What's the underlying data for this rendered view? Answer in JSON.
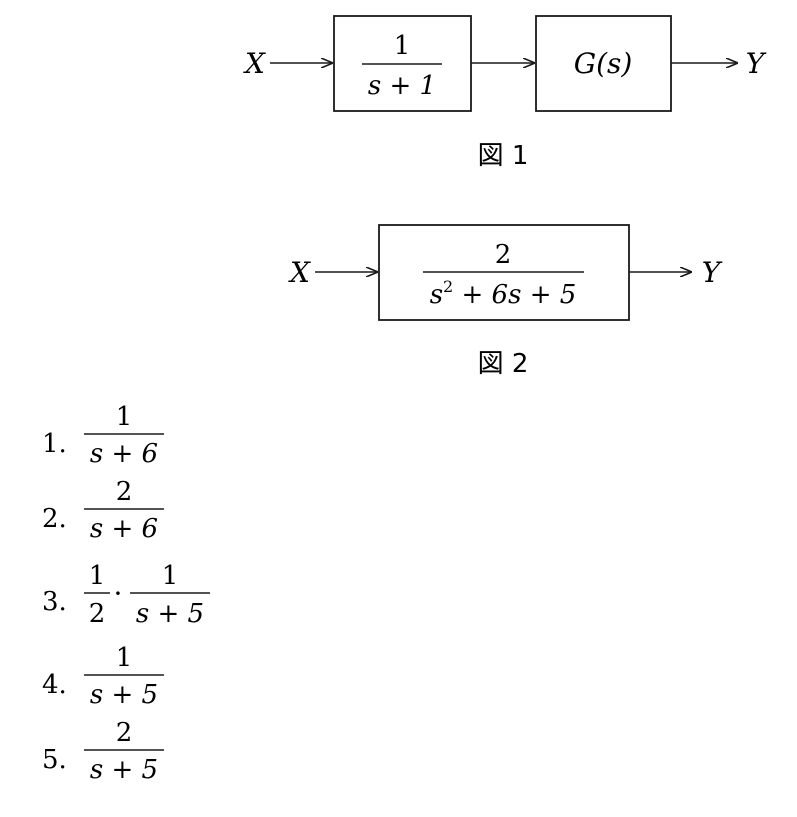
{
  "figure1": {
    "input": "X",
    "output": "Y",
    "block1": {
      "num": "1",
      "den": "s + 1"
    },
    "block2": {
      "label": "G(s)"
    },
    "caption": "図 1"
  },
  "figure2": {
    "input": "X",
    "output": "Y",
    "block": {
      "num": "2",
      "den_base": "s",
      "den_exp": "2",
      "den_rest": " + 6s + 5"
    },
    "caption": "図 2"
  },
  "options": [
    {
      "number": "1.",
      "num": "1",
      "den": "s + 6"
    },
    {
      "number": "2.",
      "num": "2",
      "den": "s + 6"
    },
    {
      "number": "3.",
      "num1": "1",
      "den1": "2",
      "dot": "·",
      "num2": "1",
      "den2": "s + 5"
    },
    {
      "number": "4.",
      "num": "1",
      "den": "s + 5"
    },
    {
      "number": "5.",
      "num": "2",
      "den": "s + 5"
    }
  ]
}
